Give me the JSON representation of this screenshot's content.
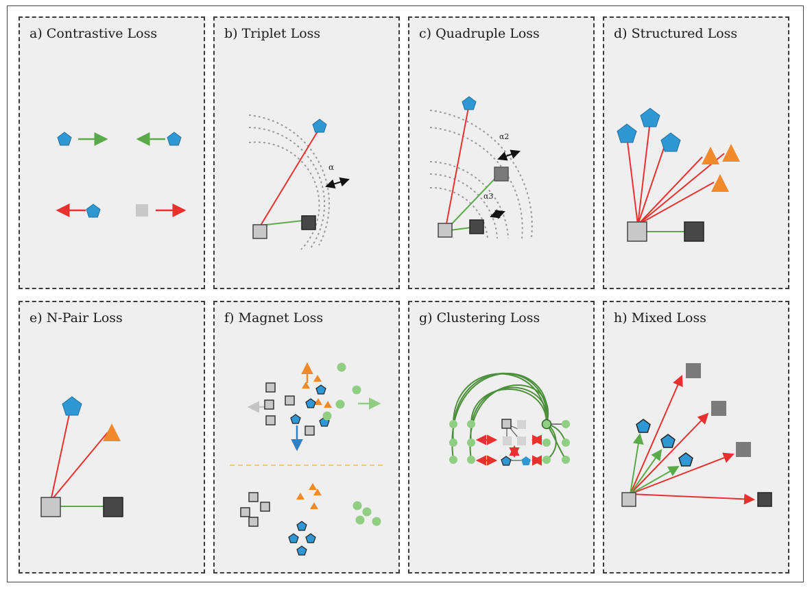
{
  "panels": {
    "a": {
      "title": "a) Contrastive Loss"
    },
    "b": {
      "title": "b) Triplet Loss",
      "margin_label": "α"
    },
    "c": {
      "title": "c) Quadruple Loss",
      "margin_label_1": "α2",
      "margin_label_2": "α3"
    },
    "d": {
      "title": "d) Structured Loss"
    },
    "e": {
      "title": "e) N-Pair Loss"
    },
    "f": {
      "title": "f) Magnet Loss"
    },
    "g": {
      "title": "g) Clustering Loss"
    },
    "h": {
      "title": "h) Mixed Loss"
    }
  },
  "colors": {
    "pentagon": "#2f97d4",
    "triangle": "#f08a2c",
    "anchor": "#c8c8c8",
    "positive": "#474747",
    "mid_square": "#7a7a7a",
    "circle": "#8fce83",
    "pull": "#5aaa4a",
    "push": "#e8312f",
    "arc": "#4b8f3a",
    "divider": "#f5c868"
  },
  "icons": [
    "pentagon-icon",
    "triangle-icon",
    "square-icon",
    "circle-icon",
    "arrow-icon"
  ]
}
